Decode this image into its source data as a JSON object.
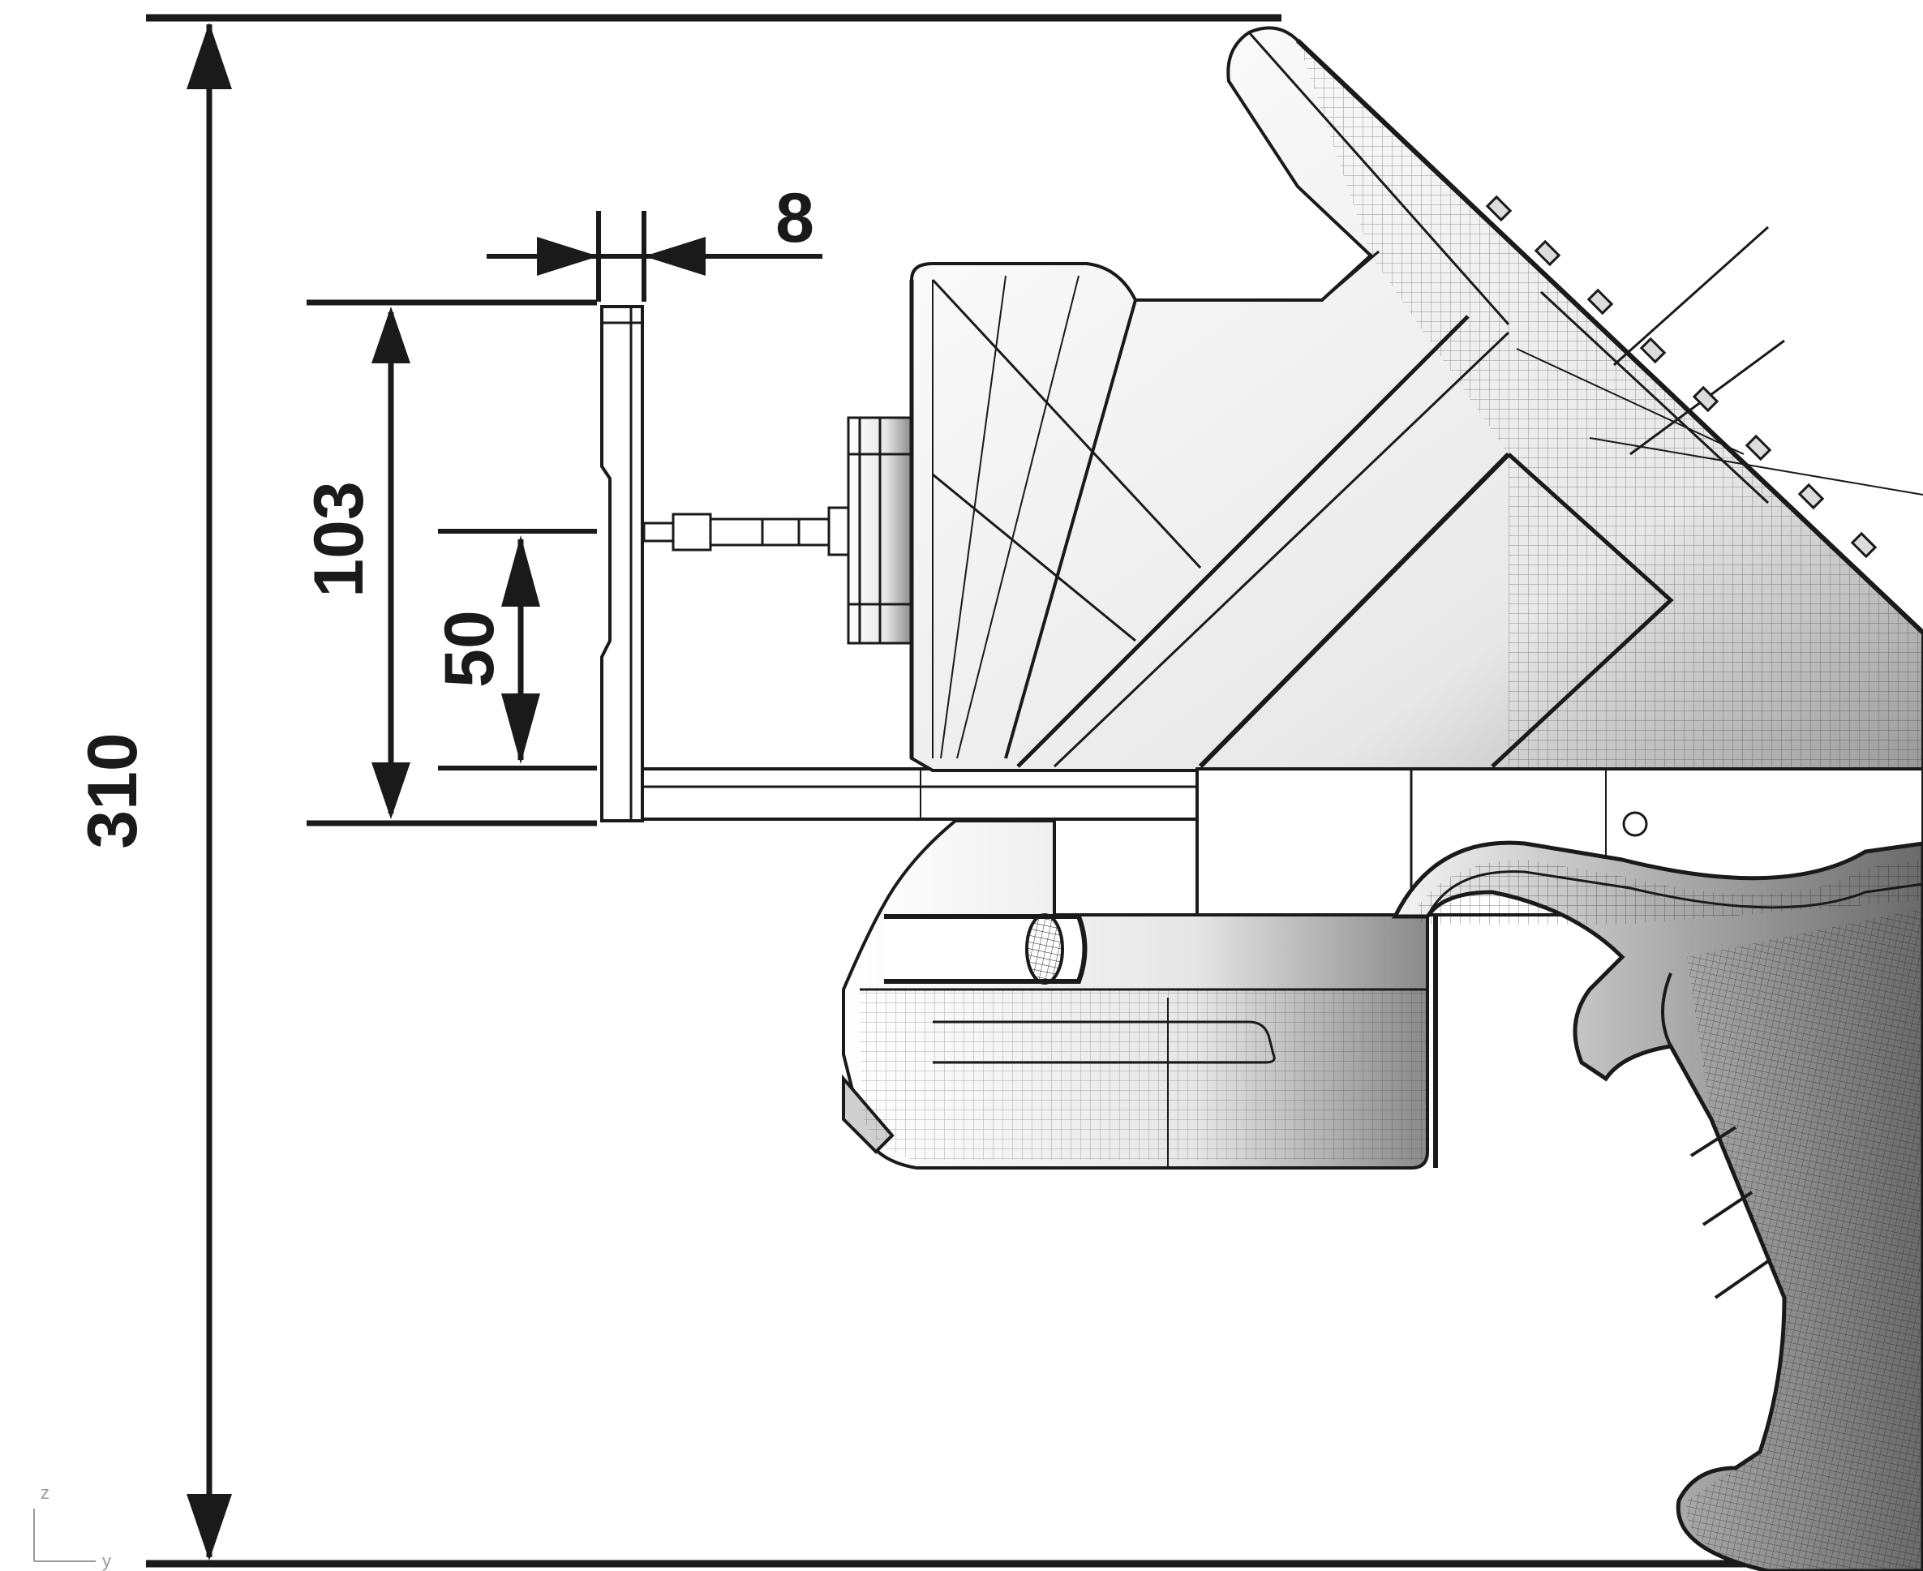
{
  "dimensions": {
    "overall_height": "310",
    "gap_width": "8",
    "plate_height": "103",
    "probe_offset": "50"
  },
  "axis_triad": {
    "z_label": "z",
    "y_label": "y"
  },
  "colors": {
    "line": "#1a1a1a",
    "shade_dark": "#7a7a7a",
    "shade_light": "#ffffff",
    "axis": "#9a9a9a"
  }
}
